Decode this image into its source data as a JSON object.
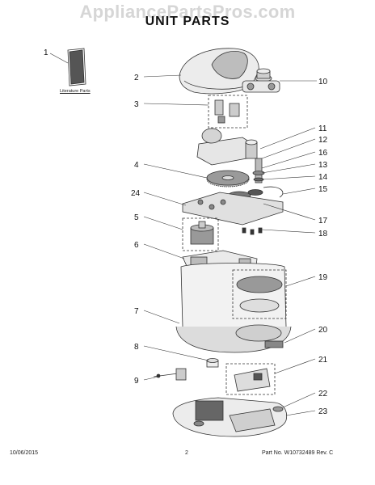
{
  "watermark": "AppliancePartsPros.com",
  "title": "UNIT PARTS",
  "literature_label": "Literature Parts",
  "callouts": [
    "1",
    "2",
    "3",
    "4",
    "5",
    "6",
    "7",
    "8",
    "9",
    "10",
    "11",
    "12",
    "13",
    "14",
    "15",
    "16",
    "17",
    "18",
    "19",
    "20",
    "21",
    "22",
    "23",
    "24"
  ],
  "footer": {
    "date": "10/06/2015",
    "page": "2",
    "part_no": "Part No.  W10732489  Rev. C"
  },
  "colors": {
    "line": "#333333",
    "fill_light": "#ececec",
    "fill_mid": "#bdbdbd",
    "fill_dark": "#6a6a6a"
  }
}
